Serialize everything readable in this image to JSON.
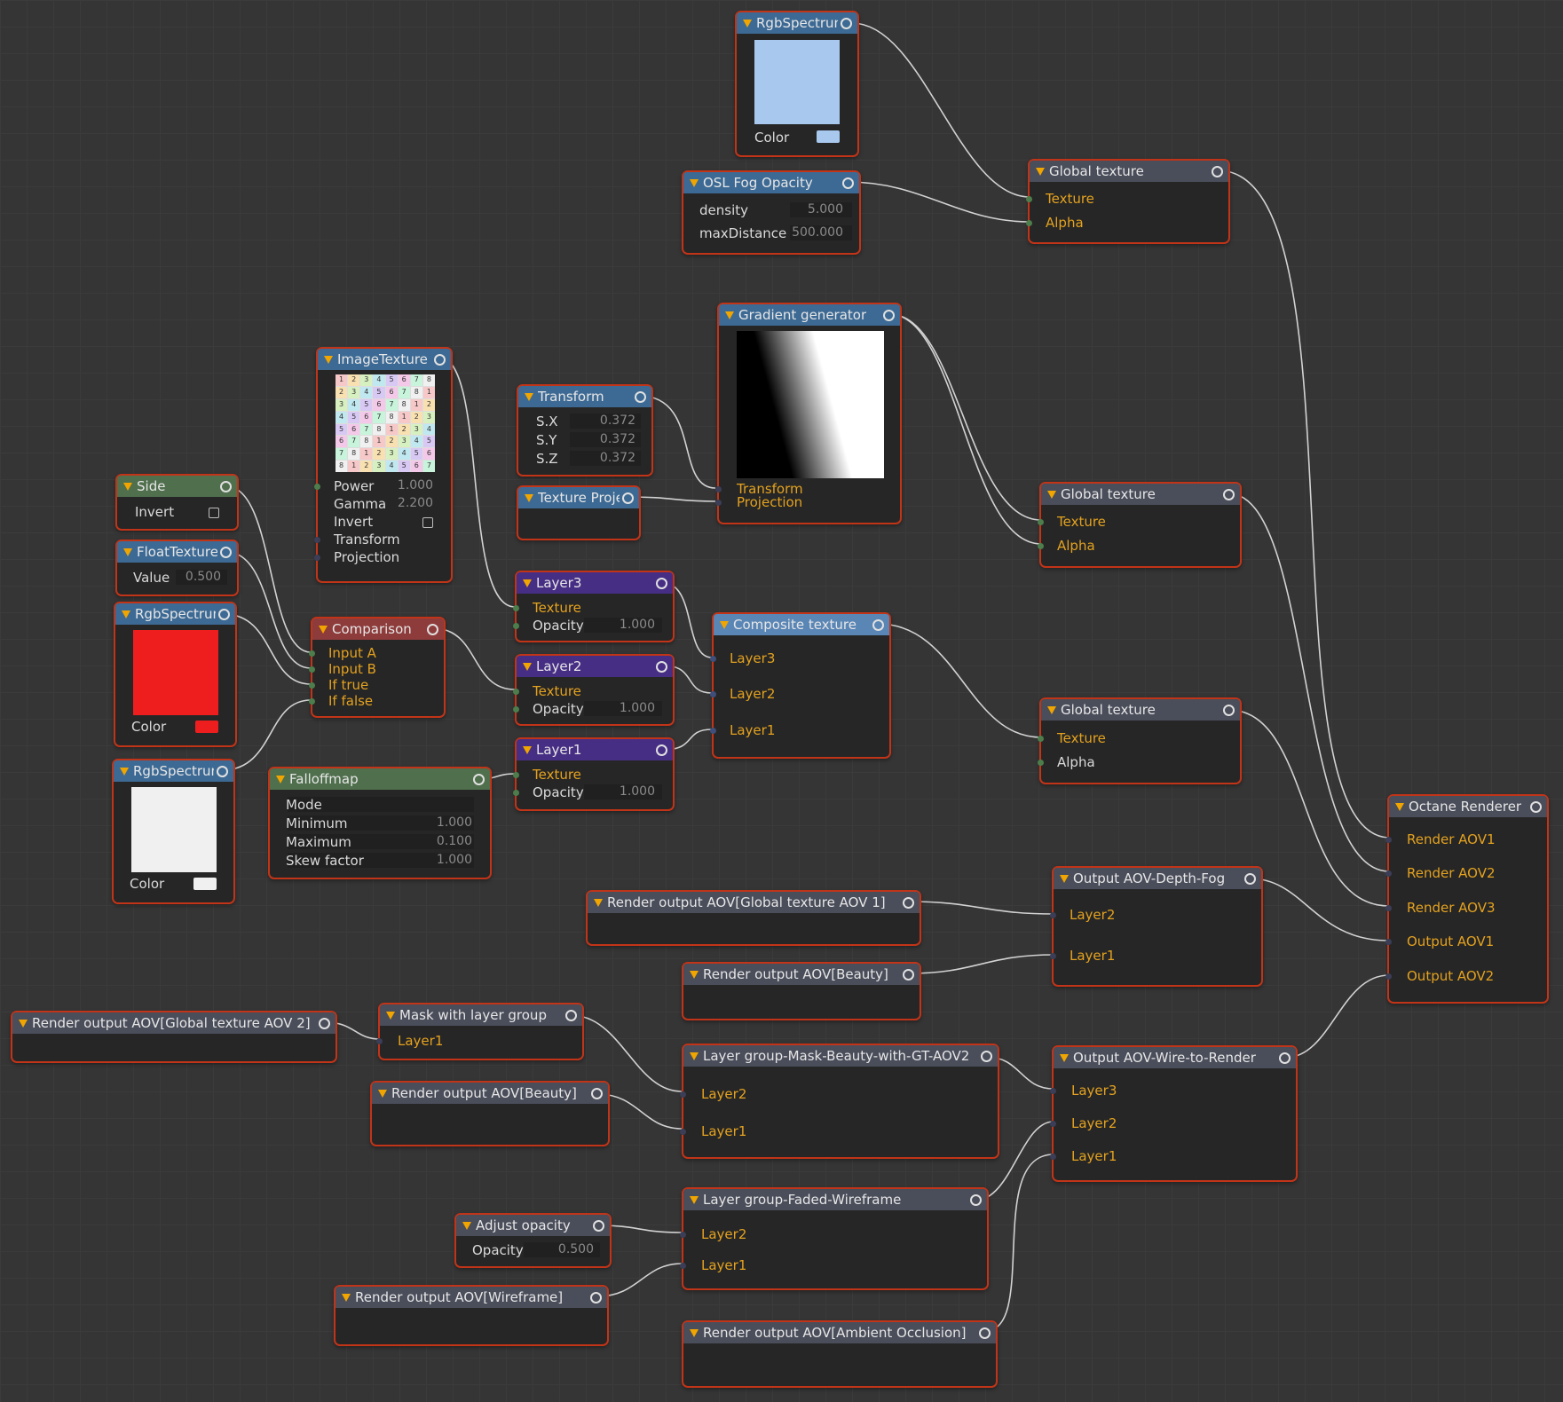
{
  "colors": {
    "node_border": "#c23418",
    "node_body": "#262626",
    "wire": "#d2d2d2",
    "label_orange": "#e4a21f",
    "header_blue": "#3d6a94",
    "header_green": "#4f6f4d",
    "header_red": "#8e3b3b",
    "header_purple": "#472e85",
    "header_gray": "#4a4d5a"
  },
  "icons": {
    "collapse": "collapse-triangle-icon",
    "output_port": "output-port-icon",
    "input_port": "input-port-icon"
  },
  "nodes": {
    "rgb_top": {
      "title": "RgbSpectrum",
      "color_label": "Color",
      "swatch": "#a8c8ee"
    },
    "osl_fog": {
      "title": "OSL Fog Opacity",
      "density_label": "density",
      "density_value": "5.000",
      "maxdist_label": "maxDistance",
      "maxdist_value": "500.000"
    },
    "gt1": {
      "title": "Global texture",
      "texture": "Texture",
      "alpha": "Alpha"
    },
    "gradient": {
      "title": "Gradient generator",
      "transform": "Transform",
      "projection": "Projection"
    },
    "image_texture": {
      "title": "ImageTexture",
      "power_label": "Power",
      "power_value": "1.000",
      "gamma_label": "Gamma",
      "gamma_value": "2.200",
      "invert_label": "Invert",
      "transform_label": "Transform",
      "projection_label": "Projection"
    },
    "transform": {
      "title": "Transform",
      "sx_label": "S.X",
      "sx_value": "0.372",
      "sy_label": "S.Y",
      "sy_value": "0.372",
      "sz_label": "S.Z",
      "sz_value": "0.372"
    },
    "texture_proj": {
      "title": "Texture Projection"
    },
    "gt2": {
      "title": "Global texture",
      "texture": "Texture",
      "alpha": "Alpha"
    },
    "side": {
      "title": "Side",
      "invert_label": "Invert"
    },
    "float_texture": {
      "title": "FloatTexture",
      "value_label": "Value",
      "value": "0.500"
    },
    "rgb_red": {
      "title": "RgbSpectrum",
      "color_label": "Color",
      "swatch": "#ee1e1e"
    },
    "rgb_white": {
      "title": "RgbSpectrum",
      "color_label": "Color",
      "swatch": "#f0f0f0"
    },
    "comparison": {
      "title": "Comparison",
      "input_a": "Input A",
      "input_b": "Input B",
      "if_true": "If true",
      "if_false": "If false"
    },
    "layer3": {
      "title": "Layer3",
      "texture": "Texture",
      "opacity_label": "Opacity",
      "opacity_value": "1.000"
    },
    "layer2": {
      "title": "Layer2",
      "texture": "Texture",
      "opacity_label": "Opacity",
      "opacity_value": "1.000"
    },
    "layer1": {
      "title": "Layer1",
      "texture": "Texture",
      "opacity_label": "Opacity",
      "opacity_value": "1.000"
    },
    "composite": {
      "title": "Composite texture",
      "layer3": "Layer3",
      "layer2": "Layer2",
      "layer1": "Layer1"
    },
    "gt3": {
      "title": "Global texture",
      "texture": "Texture",
      "alpha": "Alpha"
    },
    "falloff": {
      "title": "Falloffmap",
      "mode_label": "Mode",
      "min_label": "Minimum",
      "min_value": "1.000",
      "max_label": "Maximum",
      "max_value": "0.100",
      "skew_label": "Skew factor",
      "skew_value": "1.000"
    },
    "octane": {
      "title": "Octane Renderer",
      "aov1": "Render AOV1",
      "aov2": "Render AOV2",
      "aov3": "Render AOV3",
      "out1": "Output AOV1",
      "out2": "Output AOV2"
    },
    "depth_fog": {
      "title": "Output AOV-Depth-Fog",
      "layer2": "Layer2",
      "layer1": "Layer1"
    },
    "ro_gt1": {
      "title": "Render output AOV[Global texture AOV 1]"
    },
    "ro_beauty1": {
      "title": "Render output AOV[Beauty]"
    },
    "ro_gt2": {
      "title": "Render output AOV[Global texture AOV 2]"
    },
    "mask_group": {
      "title": "Mask with layer group",
      "layer1": "Layer1"
    },
    "ro_beauty2": {
      "title": "Render output AOV[Beauty]"
    },
    "lg_mask": {
      "title": "Layer group-Mask-Beauty-with-GT-AOV2",
      "layer2": "Layer2",
      "layer1": "Layer1"
    },
    "wire_render": {
      "title": "Output AOV-Wire-to-Render",
      "layer3": "Layer3",
      "layer2": "Layer2",
      "layer1": "Layer1"
    },
    "lg_faded": {
      "title": "Layer group-Faded-Wireframe",
      "layer2": "Layer2",
      "layer1": "Layer1"
    },
    "adjust_opacity": {
      "title": "Adjust opacity",
      "opacity_label": "Opacity",
      "opacity_value": "0.500"
    },
    "ro_wire": {
      "title": "Render output AOV[Wireframe]"
    },
    "ro_ao": {
      "title": "Render output AOV[Ambient Occlusion]"
    }
  },
  "image_texture_grid": [
    "1",
    "2",
    "3",
    "4",
    "5",
    "6",
    "7",
    "8",
    "2",
    "3",
    "4",
    "5",
    "6",
    "7",
    "8",
    "1",
    "3",
    "4",
    "5",
    "6",
    "7",
    "8",
    "1",
    "2",
    "4",
    "5",
    "6",
    "7",
    "8",
    "1",
    "2",
    "3",
    "5",
    "6",
    "7",
    "8",
    "1",
    "2",
    "3",
    "4",
    "6",
    "7",
    "8",
    "1",
    "2",
    "3",
    "4",
    "5",
    "7",
    "8",
    "1",
    "2",
    "3",
    "4",
    "5",
    "6",
    "8",
    "1",
    "2",
    "3",
    "4",
    "5",
    "6",
    "7"
  ]
}
